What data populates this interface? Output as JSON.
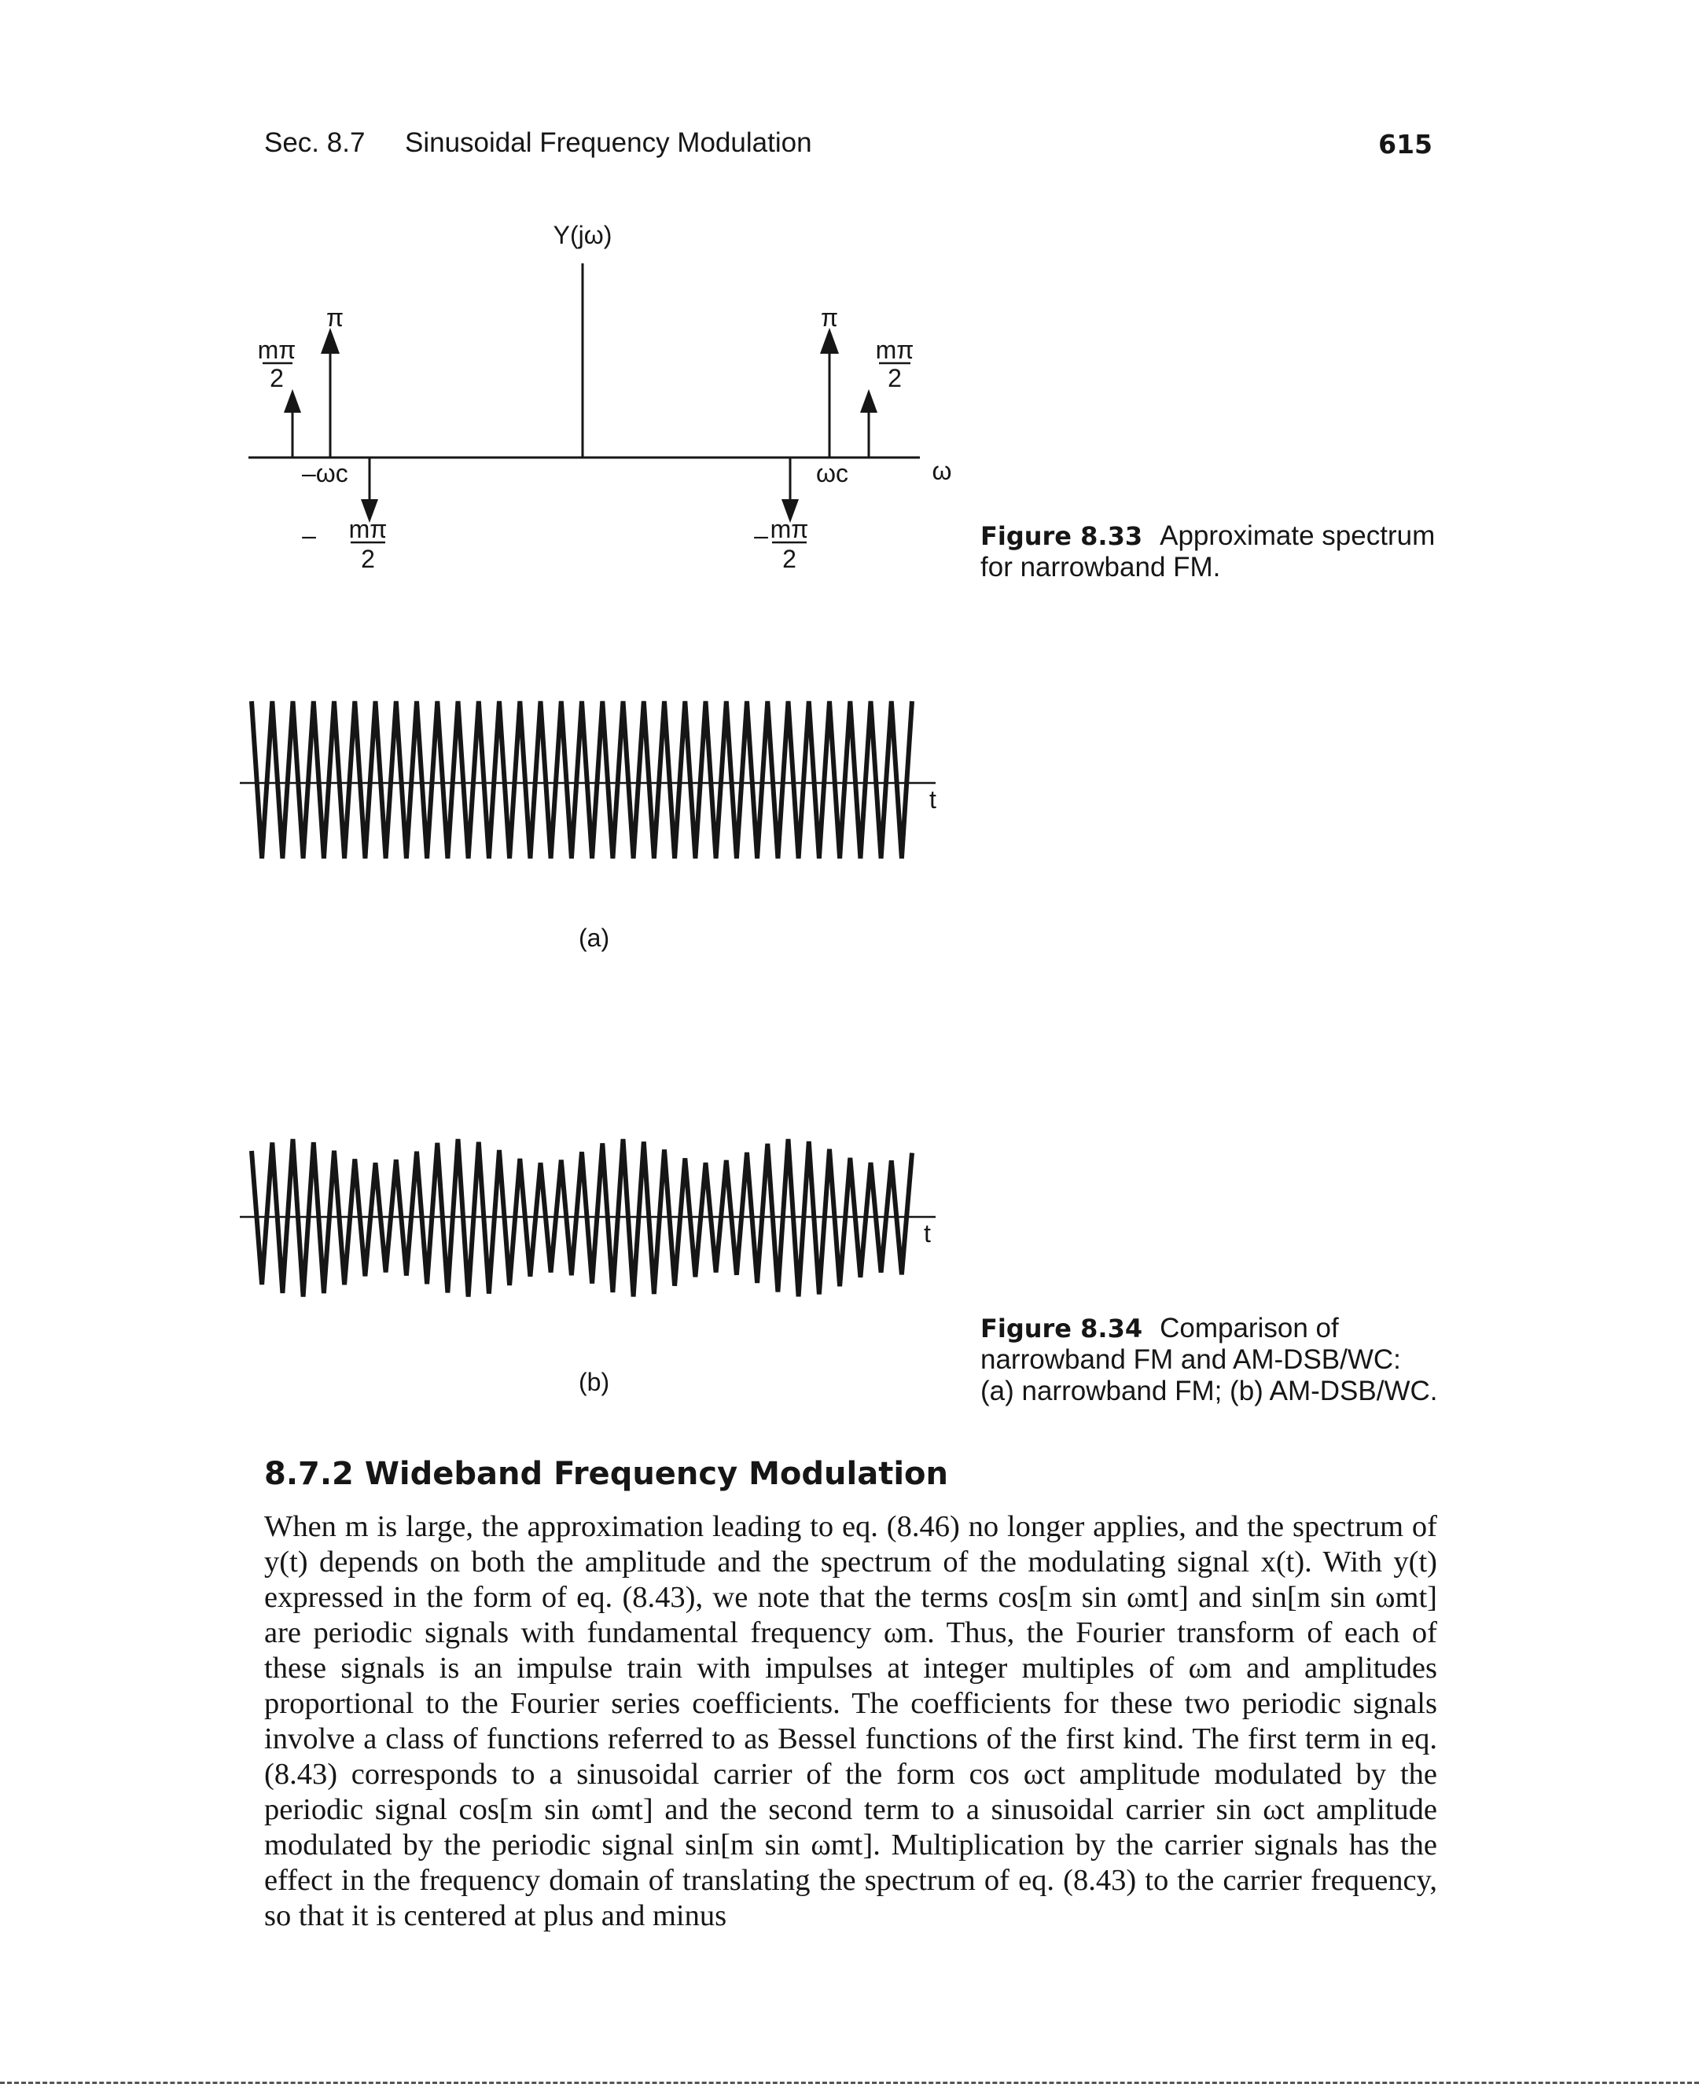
{
  "header": {
    "section": "Sec. 8.7",
    "title": "Sinusoidal Frequency Modulation",
    "page_number": "615"
  },
  "figure_8_33": {
    "y_label": "Y(jω)",
    "x_label": "ω",
    "impulse_value_pi": "π",
    "pos_label_num": "mπ",
    "pos_label_den": "2",
    "neg_sign": "–",
    "neg_carrier_label": "–ωc",
    "pos_carrier_label": "ωc",
    "caption_number": "Figure 8.33",
    "caption_lines": [
      "Approximate spectrum",
      "for narrowband FM."
    ]
  },
  "figure_8_34": {
    "t_label": "t",
    "panel_a_label": "(a)",
    "panel_b_label": "(b)",
    "caption_number": "Figure 8.34",
    "caption_lines": [
      "Comparison of",
      "narrowband FM and AM-DSB/WC:",
      "(a) narrowband FM; (b) AM-DSB/WC."
    ]
  },
  "section": {
    "heading": "8.7.2 Wideband Frequency Modulation",
    "paragraph": "When m is large, the approximation leading to eq. (8.46) no longer applies, and the spectrum of y(t) depends on both the amplitude and the spectrum of the modulating signal x(t). With y(t) expressed in the form of eq. (8.43), we note that the terms cos[m sin ωmt] and sin[m sin ωmt] are periodic signals with fundamental frequency ωm. Thus, the Fourier transform of each of these signals is an impulse train with impulses at integer multiples of ωm and amplitudes proportional to the Fourier series coefficients. The coefficients for these two periodic signals involve a class of functions referred to as Bessel functions of the first kind. The first term in eq. (8.43) corresponds to a sinusoidal carrier of the form cos ωct amplitude modulated by the periodic signal cos[m sin ωmt] and the second term to a sinusoidal carrier sin ωct amplitude modulated by the periodic signal sin[m sin ωmt]. Multiplication by the carrier signals has the effect in the frequency domain of translating the spectrum of eq. (8.43) to the carrier frequency, so that it is centered at plus and minus"
  }
}
